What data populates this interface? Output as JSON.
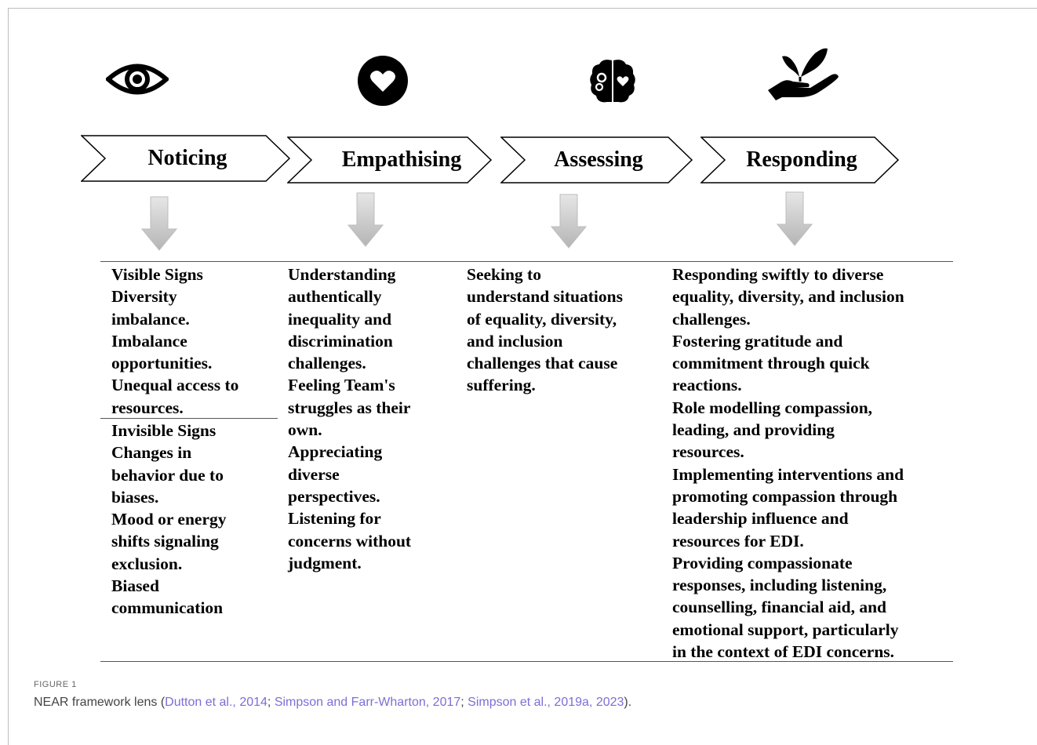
{
  "stages": [
    {
      "label": "Noticing",
      "icon": "eye-icon"
    },
    {
      "label": "Empathising",
      "icon": "heart-icon"
    },
    {
      "label": "Assessing",
      "icon": "brain-icon"
    },
    {
      "label": "Responding",
      "icon": "hand-plant-icon"
    }
  ],
  "columns": {
    "noticing_visible": [
      "Visible Signs",
      "Diversity",
      "imbalance.",
      "Imbalance",
      "opportunities.",
      "Unequal access to",
      "resources."
    ],
    "noticing_invisible": [
      "Invisible Signs",
      "Changes in",
      "behavior due to",
      "biases.",
      "Mood or energy",
      "shifts signaling",
      "exclusion.",
      "Biased",
      "communication"
    ],
    "empathising": [
      "Understanding",
      "authentically",
      "inequality and",
      "discrimination",
      "challenges.",
      "Feeling Team's",
      "struggles as their",
      "own.",
      "Appreciating",
      "diverse",
      "perspectives.",
      "Listening for",
      "concerns without",
      "judgment."
    ],
    "assessing": [
      "Seeking to",
      "understand situations",
      "of equality, diversity,",
      "and inclusion",
      "challenges that cause",
      "suffering."
    ],
    "responding": [
      "Responding swiftly to diverse",
      "equality, diversity, and inclusion",
      "challenges.",
      "Fostering gratitude and",
      "commitment through quick",
      "reactions.",
      "Role modelling compassion,",
      "leading, and providing",
      "resources.",
      "Implementing interventions and",
      "promoting compassion through",
      "leadership influence and",
      "resources for EDI.",
      "Providing compassionate",
      "responses, including listening,",
      "counselling, financial aid, and",
      "emotional support, particularly",
      "in the context of EDI concerns."
    ]
  },
  "caption": {
    "label": "FIGURE 1",
    "prefix": "NEAR framework lens (",
    "ref1": "Dutton et al., 2014",
    "sep1": "; ",
    "ref2": "Simpson and Farr-Wharton, 2017",
    "sep2": "; ",
    "ref3": "Simpson et al., 2019a, 2023",
    "suffix": ")."
  },
  "colors": {
    "arrow": "#c8c8c8",
    "rule": "#555555",
    "link": "#7b6fd6"
  }
}
